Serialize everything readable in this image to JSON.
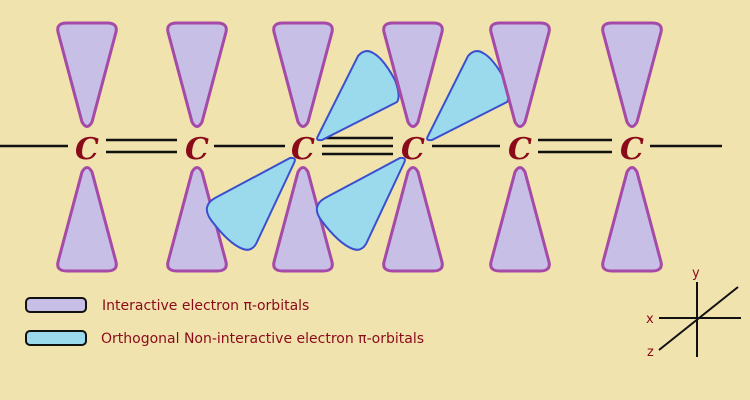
{
  "atoms": [
    "C",
    "C",
    "C",
    "C",
    "C",
    "C"
  ],
  "bonds": [
    "single",
    "double",
    "single",
    "triple",
    "single",
    "double",
    "single"
  ],
  "colors": {
    "background": "#f0e3ae",
    "interactive_fill": "#c8bfe6",
    "interactive_stroke": "#a64aa8",
    "orthogonal_fill": "#9bd9ec",
    "orthogonal_stroke": "#3a4fd0",
    "text": "#8b0a1a"
  },
  "legend": {
    "interactive": "Interactive electron π-orbitals",
    "orthogonal": "Orthogonal Non-interactive electron π-orbitals"
  },
  "axes": {
    "x": "x",
    "y": "y",
    "z": "z"
  }
}
